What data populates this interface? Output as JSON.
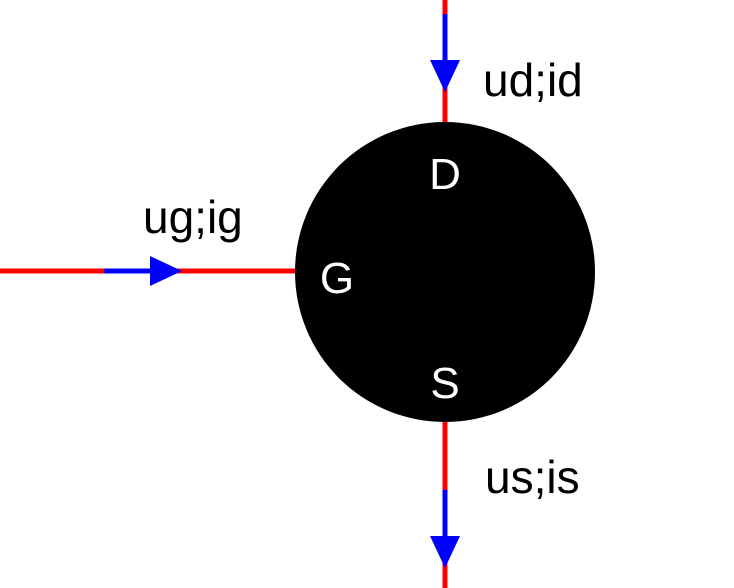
{
  "device": {
    "pins": {
      "drain": "D",
      "gate": "G",
      "source": "S"
    },
    "body_color": "#000000",
    "pin_text_color": "#ffffff"
  },
  "terminals": {
    "drain_label": "ud;id",
    "gate_label": "ug;ig",
    "source_label": "us;is"
  },
  "colors": {
    "wire": "#ff0000",
    "arrow": "#0000ff",
    "label": "#000000"
  }
}
